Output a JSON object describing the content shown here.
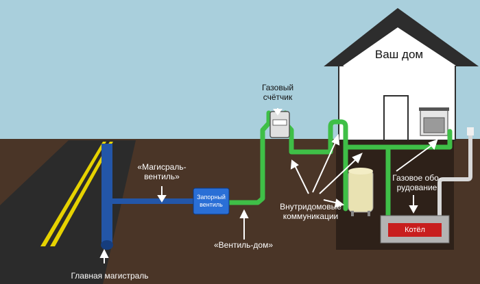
{
  "colors": {
    "sky": "#a9cfdc",
    "ground": "#4a3527",
    "asphalt": "#2b2b2b",
    "road_line": "#e6d200",
    "main_pipe": "#2356a8",
    "green_pipe": "#3fbf47",
    "house_wall": "#ffffff",
    "house_outline": "#2d2d2d",
    "cellar": "#2e2119",
    "boiler": "#c81e1e",
    "valve": "#2a6fd6",
    "arrow": "#ffffff"
  },
  "labels": {
    "house": "Ваш дом",
    "gas_meter_line1": "Газовый",
    "gas_meter_line2": "счётчик",
    "main_valve_line1": "«Магисраль-",
    "main_valve_line2": "вентиль»",
    "shutoff_valve_line1": "Запорный",
    "shutoff_valve_line2": "вентиль",
    "valve_house": "«Вентиль-дом»",
    "internal_comm_line1": "Внутридомовые",
    "internal_comm_line2": "коммуникации",
    "gas_equipment_line1": "Газовое обо-",
    "gas_equipment_line2": "рудование",
    "boiler": "Котёл",
    "main_line": "Главная магистраль"
  }
}
